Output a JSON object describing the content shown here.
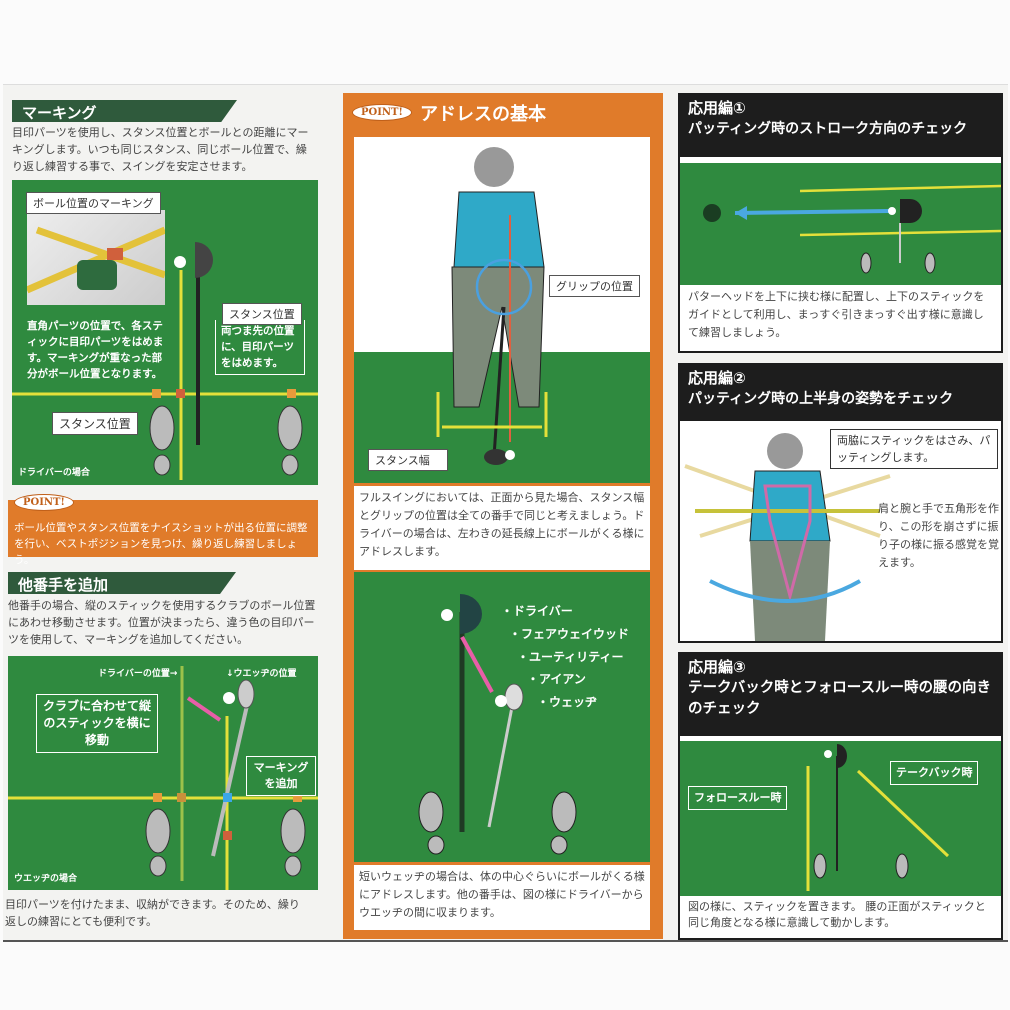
{
  "left": {
    "marking_title": "マーキング",
    "marking_text": "目印パーツを使用し、スタンス位置とボールとの距離にマーキングします。いつも同じスタンス、同じボール位置で、繰り返し練習する事で、スイングを安定させます。",
    "ball_marking_label": "ボール位置のマーキング",
    "ball_marking_text": "直角パーツの位置で、各スティックに目印パーツをはめます。マーキングが重なった部分がボール位置となります。",
    "stance_label_right": "スタンス位置",
    "stance_text_right": "両つま先の位置に、目印パーツをはめます。",
    "stance_label_left": "スタンス位置",
    "driver_case": "ドライバーの場合",
    "point_badge": "POINT!",
    "point_text": "ボール位置やスタンス位置をナイスショットが出る位置に調整を行い、ベストポジションを見つけ、繰り返し練習しましょう。",
    "other_title": "他番手を追加",
    "other_text": "他番手の場合、縦のスティックを使用するクラブのボール位置にあわせ移動させます。位置が決まったら、違う色の目印パーツを使用して、マーキングを追加してください。",
    "driver_pos": "ドライバーの位置→",
    "wedge_pos": "↓ウエッヂの位置",
    "move_text": "クラブに合わせて縦のスティックを横に移動",
    "add_marking": "マーキングを追加",
    "wedge_case": "ウエッヂの場合",
    "storage_text": "目印パーツを付けたまま、収納ができます。そのため、繰り返しの練習にとても便利です。"
  },
  "middle": {
    "point_badge": "POINT!",
    "title": "アドレスの基本",
    "grip_label": "グリップの位置",
    "stance_width_label": "スタンス幅",
    "text1": "フルスイングにおいては、正面から見た場合、スタンス幅とグリップの位置は全ての番手で同じと考えましょう。ドライバーの場合は、左わきの延長線上にボールがくる様にアドレスします。",
    "clubs": [
      "・ドライバー",
      "・フェアウェイウッド",
      "・ユーティリティー",
      "・アイアン",
      "・ウェッヂ"
    ],
    "text2": "短いウェッヂの場合は、体の中心ぐらいにボールがくる様にアドレスします。他の番手は、図の様にドライバーからウエッヂの間に収まります。"
  },
  "right": {
    "s1_num": "応用編①",
    "s1_title": "パッティング時のストローク方向のチェック",
    "s1_text": "パターヘッドを上下に挟む様に配置し、上下のスティックをガイドとして利用し、まっすぐ引きまっすぐ出す様に意識して練習しましょう。",
    "s2_num": "応用編②",
    "s2_title": "パッティング時の上半身の姿勢をチェック",
    "s2_callout": "両脇にスティックをはさみ、パッティングします。",
    "s2_text": "肩と腕と手で五角形を作り、この形を崩さずに振り子の様に振る感覚を覚えます。",
    "s3_num": "応用編③",
    "s3_title": "テークバック時とフォロースルー時の腰の向きのチェック",
    "s3_follow": "フォロースルー時",
    "s3_take": "テークバック時",
    "s3_text": "図の様に、スティックを置きます。 腰の正面がスティックと同じ角度となる様に意識して動かします。"
  },
  "colors": {
    "green": "#2f8a3f",
    "orange": "#e07b2a",
    "dark": "#1d1d1d",
    "stick": "#e4e03a"
  }
}
